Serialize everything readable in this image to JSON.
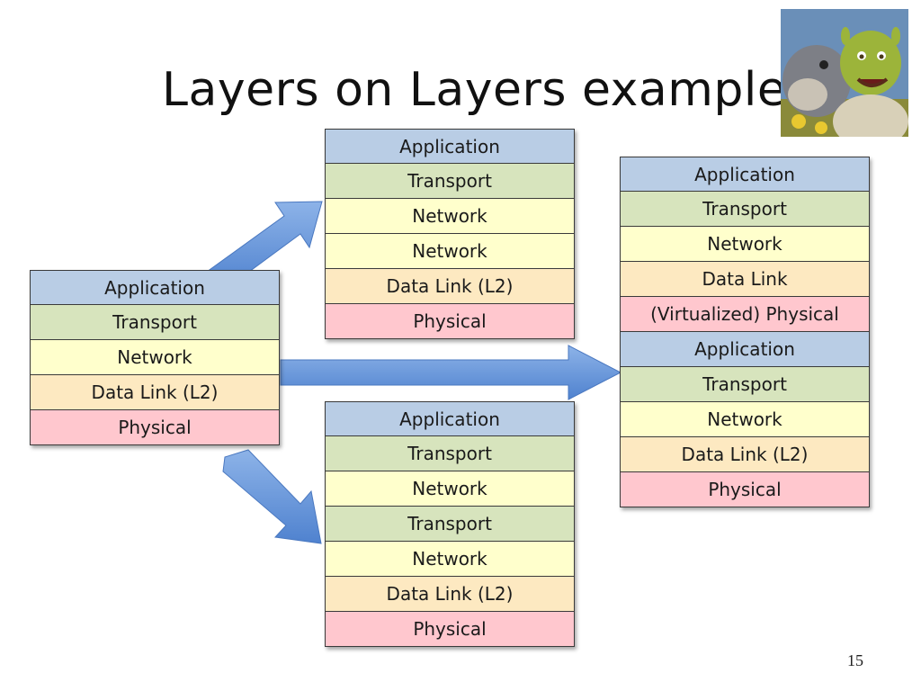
{
  "title": "Layers on Layers examples",
  "page_number": "15",
  "colors": {
    "application": "#b9cde5",
    "transport": "#d7e4bd",
    "network": "#ffffcc",
    "data_link": "#fde9c1",
    "physical": "#ffc7ce",
    "arrow": "#5b8fd6"
  },
  "stacks": {
    "left": [
      "Application",
      "Transport",
      "Network",
      "Data Link (L2)",
      "Physical"
    ],
    "top_middle": [
      "Application",
      "Transport",
      "Network",
      "Network",
      "Data Link (L2)",
      "Physical"
    ],
    "bottom_middle": [
      "Application",
      "Transport",
      "Network",
      "Transport",
      "Network",
      "Data Link (L2)",
      "Physical"
    ],
    "right": [
      "Application",
      "Transport",
      "Network",
      "Data Link",
      "(Virtualized) Physical",
      "Application",
      "Transport",
      "Network",
      "Data Link (L2)",
      "Physical"
    ]
  }
}
